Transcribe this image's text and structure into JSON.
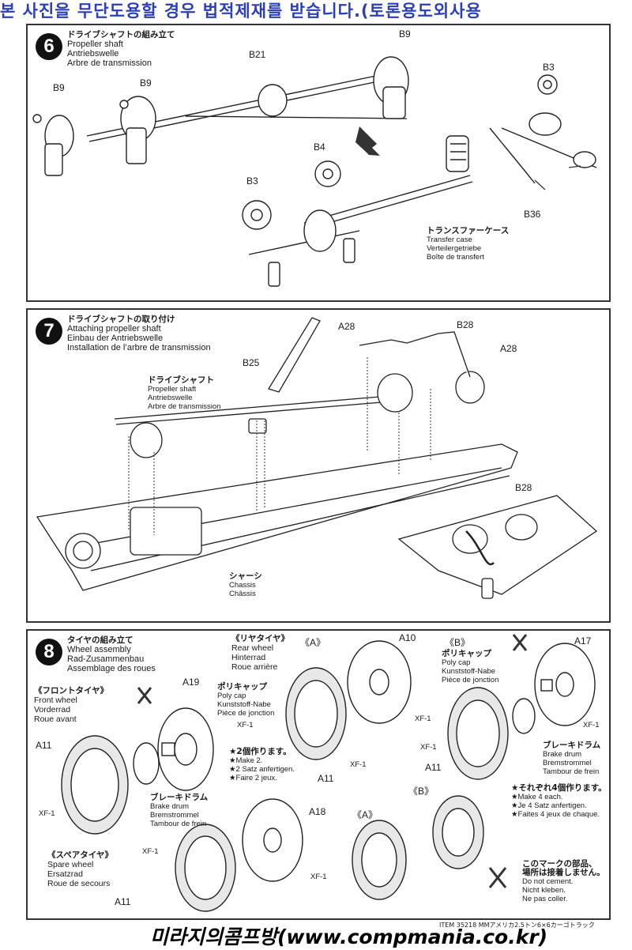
{
  "watermark_top": "본 사진을 무단도용할 경우 법적제재를 받습니다.(토론용도외사용",
  "watermark_bottom": "미라지의콤프방(www.compmania.co.kr)",
  "step6": {
    "number": "6",
    "title_jp": "ドライブシャフトの組み立て",
    "title_en": "Propeller shaft",
    "title_de": "Antriebswelle",
    "title_fr": "Arbre de transmission",
    "labels": {
      "b21": "B21",
      "b9_a": "B9",
      "b9_b": "B9",
      "b9_c": "B9",
      "b3_a": "B3",
      "b3_b": "B3",
      "b4": "B4",
      "b36": "B36"
    },
    "transfer": {
      "jp": "トランスファーケース",
      "en": "Transfer case",
      "de": "Verteilergetriebe",
      "fr": "Boîte de transfert"
    }
  },
  "step7": {
    "number": "7",
    "title_jp": "ドライブシャフトの取り付け",
    "title_en": "Attaching propeller shaft",
    "title_de": "Einbau der Antriebswelle",
    "title_fr": "Installation de l’arbre de transmission",
    "labels": {
      "a28_a": "A28",
      "b28_a": "B28",
      "a28_b": "A28",
      "b25": "B25",
      "b28_b": "B28"
    },
    "shaft": {
      "jp": "ドライブシャフト",
      "en": "Propeller shaft",
      "de": "Antriebswelle",
      "fr": "Arbre de transmission"
    },
    "chassis": {
      "jp": "シャーシ",
      "en": "Chassis",
      "fr": "Châssis"
    }
  },
  "step8": {
    "number": "8",
    "title_jp": "タイヤの組み立て",
    "title_en": "Wheel assembly",
    "title_de": "Rad-Zusammenbau",
    "title_fr": "Assemblage des roues",
    "rear": {
      "jp": "《リヤタイヤ》",
      "en": "Rear wheel",
      "de": "Hinterrad",
      "fr": "Roue arrière"
    },
    "front": {
      "jp": "《フロントタイヤ》",
      "en": "Front wheel",
      "de": "Vorderrad",
      "fr": "Roue avant"
    },
    "spare": {
      "jp": "《スペアタイヤ》",
      "en": "Spare wheel",
      "de": "Ersatzrad",
      "fr": "Roue de secours"
    },
    "polycap": {
      "jp": "ポリキャップ",
      "en": "Poly cap",
      "de": "Kunststoff-Nabe",
      "fr": "Pièce de jonction"
    },
    "polycap2": {
      "jp": "ポリキャップ",
      "en": "Poly cap",
      "de": "Kunststoff-Nabe",
      "fr": "Pièce de jonction"
    },
    "brake": {
      "jp": "ブレーキドラム",
      "en": "Brake drum",
      "de": "Bremstrommel",
      "fr": "Tambour de frein"
    },
    "brake2": {
      "jp": "ブレーキドラム",
      "en": "Brake drum",
      "de": "Bremstrommel",
      "fr": "Tambour de frein"
    },
    "make2": {
      "jp": "★2個作ります。",
      "en": "★Make 2.",
      "de": "★2 Satz anfertigen.",
      "fr": "★Faire 2 jeux."
    },
    "make4": {
      "jp": "★それぞれ4個作ります。",
      "en": "★Make 4 each.",
      "de": "★Je 4 Satz anfertigen.",
      "fr": "★Faites 4 jeux de chaque."
    },
    "nocement": {
      "jp1": "このマークの部品、",
      "jp2": "場所は接着しません。",
      "en": "Do not cement.",
      "de": "Nicht kleben.",
      "fr": "Ne pas coller."
    },
    "markers": {
      "a": "《A》",
      "b": "《B》",
      "a2": "《A》",
      "b2": "《B》"
    },
    "parts": {
      "a10": "A10",
      "a17": "A17",
      "a19": "A19",
      "a18": "A18",
      "a11_front": "A11",
      "a11_rear_a": "A11",
      "a11_rear_b": "A11",
      "a11_spare": "A11"
    },
    "xf": {
      "x1": "XF-1",
      "x2": "XF-1",
      "x3": "XF-1",
      "x4": "XF-1",
      "x5": "XF-1",
      "x6": "XF-1",
      "x7": "XF-1",
      "x8": "XF-1"
    }
  },
  "footer": {
    "item": "ITEM 35218  MMアメリカ2.5トン6×6カーゴトラック"
  }
}
